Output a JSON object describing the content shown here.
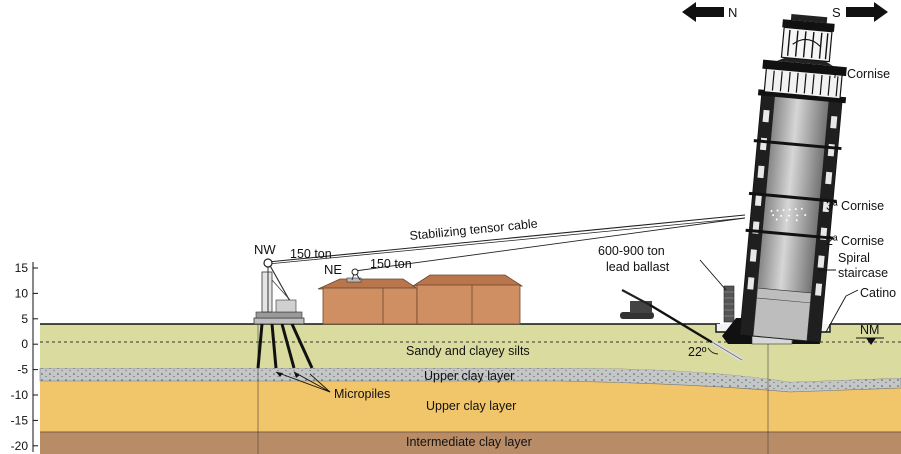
{
  "diagram": {
    "directions": {
      "north": "N",
      "south": "S"
    },
    "axis": {
      "ticks": [
        "15",
        "10",
        "5",
        "0",
        "-5",
        "-10",
        "-15",
        "-20"
      ]
    },
    "labels": {
      "cable": "Stabilizing tensor cable",
      "nw": "NW",
      "nw_load": "150 ton",
      "ne": "NE",
      "ne_load": "150 ton",
      "ballast_1": "600-900 ton",
      "ballast_2": "lead ballast",
      "cornise_7": "7ª Cornise",
      "cornise_3": "3ª Cornise",
      "cornise_2": "2ª Cornise",
      "spiral_1": "Spiral",
      "spiral_2": "staircase",
      "catino": "Catino",
      "nm": "NM",
      "angle": "22º",
      "micropiles": "Micropiles"
    },
    "layers": {
      "silts": "Sandy and clayey silts",
      "upper_clay_thin": "Upper clay layer",
      "upper_clay": "Upper clay layer",
      "intermediate": "Intermediate clay layer"
    },
    "colors": {
      "silts": "#d9dc9e",
      "gravel": "#c4c7c7",
      "upper_clay": "#f1c56a",
      "intermediate": "#b98c68",
      "building": "#cf8f62",
      "tower": "#222222"
    }
  }
}
